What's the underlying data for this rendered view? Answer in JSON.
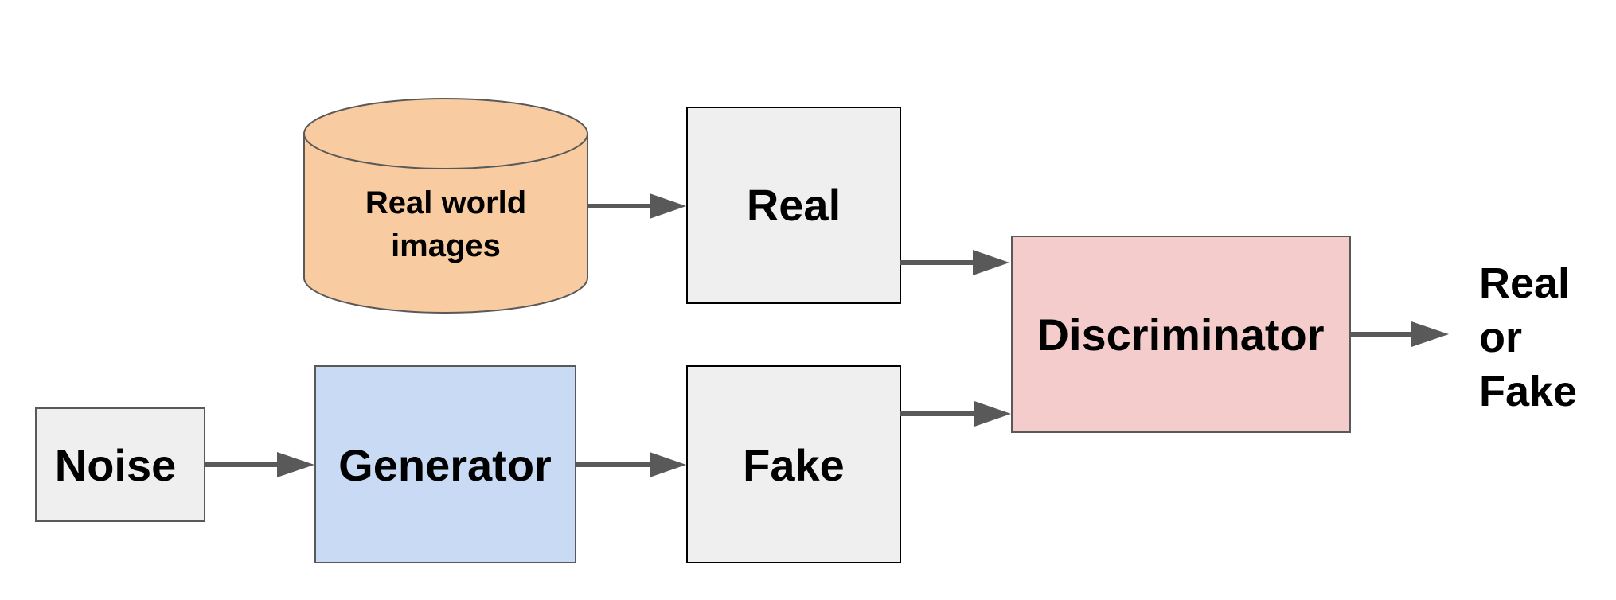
{
  "nodes": {
    "real_world_images": {
      "line1": "Real world",
      "line2": "images",
      "color": "#f8cba0"
    },
    "real": {
      "label": "Real",
      "color": "#efefef"
    },
    "noise": {
      "label": "Noise",
      "color": "#efefef"
    },
    "generator": {
      "label": "Generator",
      "color": "#c9daf4"
    },
    "fake": {
      "label": "Fake",
      "color": "#efefef"
    },
    "discriminator": {
      "label": "Discriminator",
      "color": "#f4cccc"
    }
  },
  "output": {
    "line1": "Real",
    "line2": "or",
    "line3": "Fake"
  },
  "colors": {
    "stroke": "#595959",
    "arrow": "#595959",
    "text": "#000000"
  }
}
